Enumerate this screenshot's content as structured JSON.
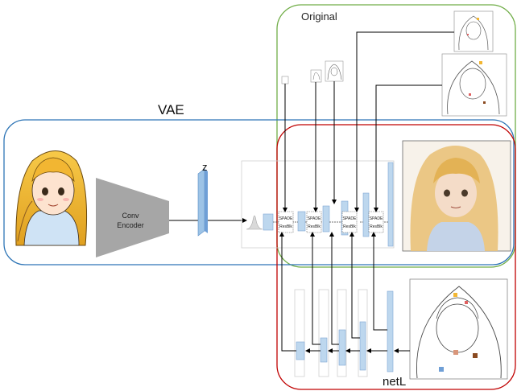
{
  "labels": {
    "vae": "VAE",
    "original": "Original",
    "z": "z",
    "conv_encoder_line1": "Conv",
    "conv_encoder_line2": "Encoder",
    "netl": "netL",
    "spade_line1": "SPADE",
    "spade_line2": "ResBlk"
  },
  "colors": {
    "vae_box": "#2e75b6",
    "original_box": "#70ad47",
    "netl_box": "#c00000",
    "encoder_fill": "#a6a6a6",
    "feature_fill": "#bdd7ee",
    "feature_stroke": "#7fa7d3",
    "hair": "#f2b632",
    "skin": "#fde3cf",
    "outline": "#3a2a1a"
  },
  "icons": [
    "input-portrait-image",
    "sketch-image",
    "output-portrait-image",
    "gaussian-icon",
    "arrow-icon"
  ]
}
